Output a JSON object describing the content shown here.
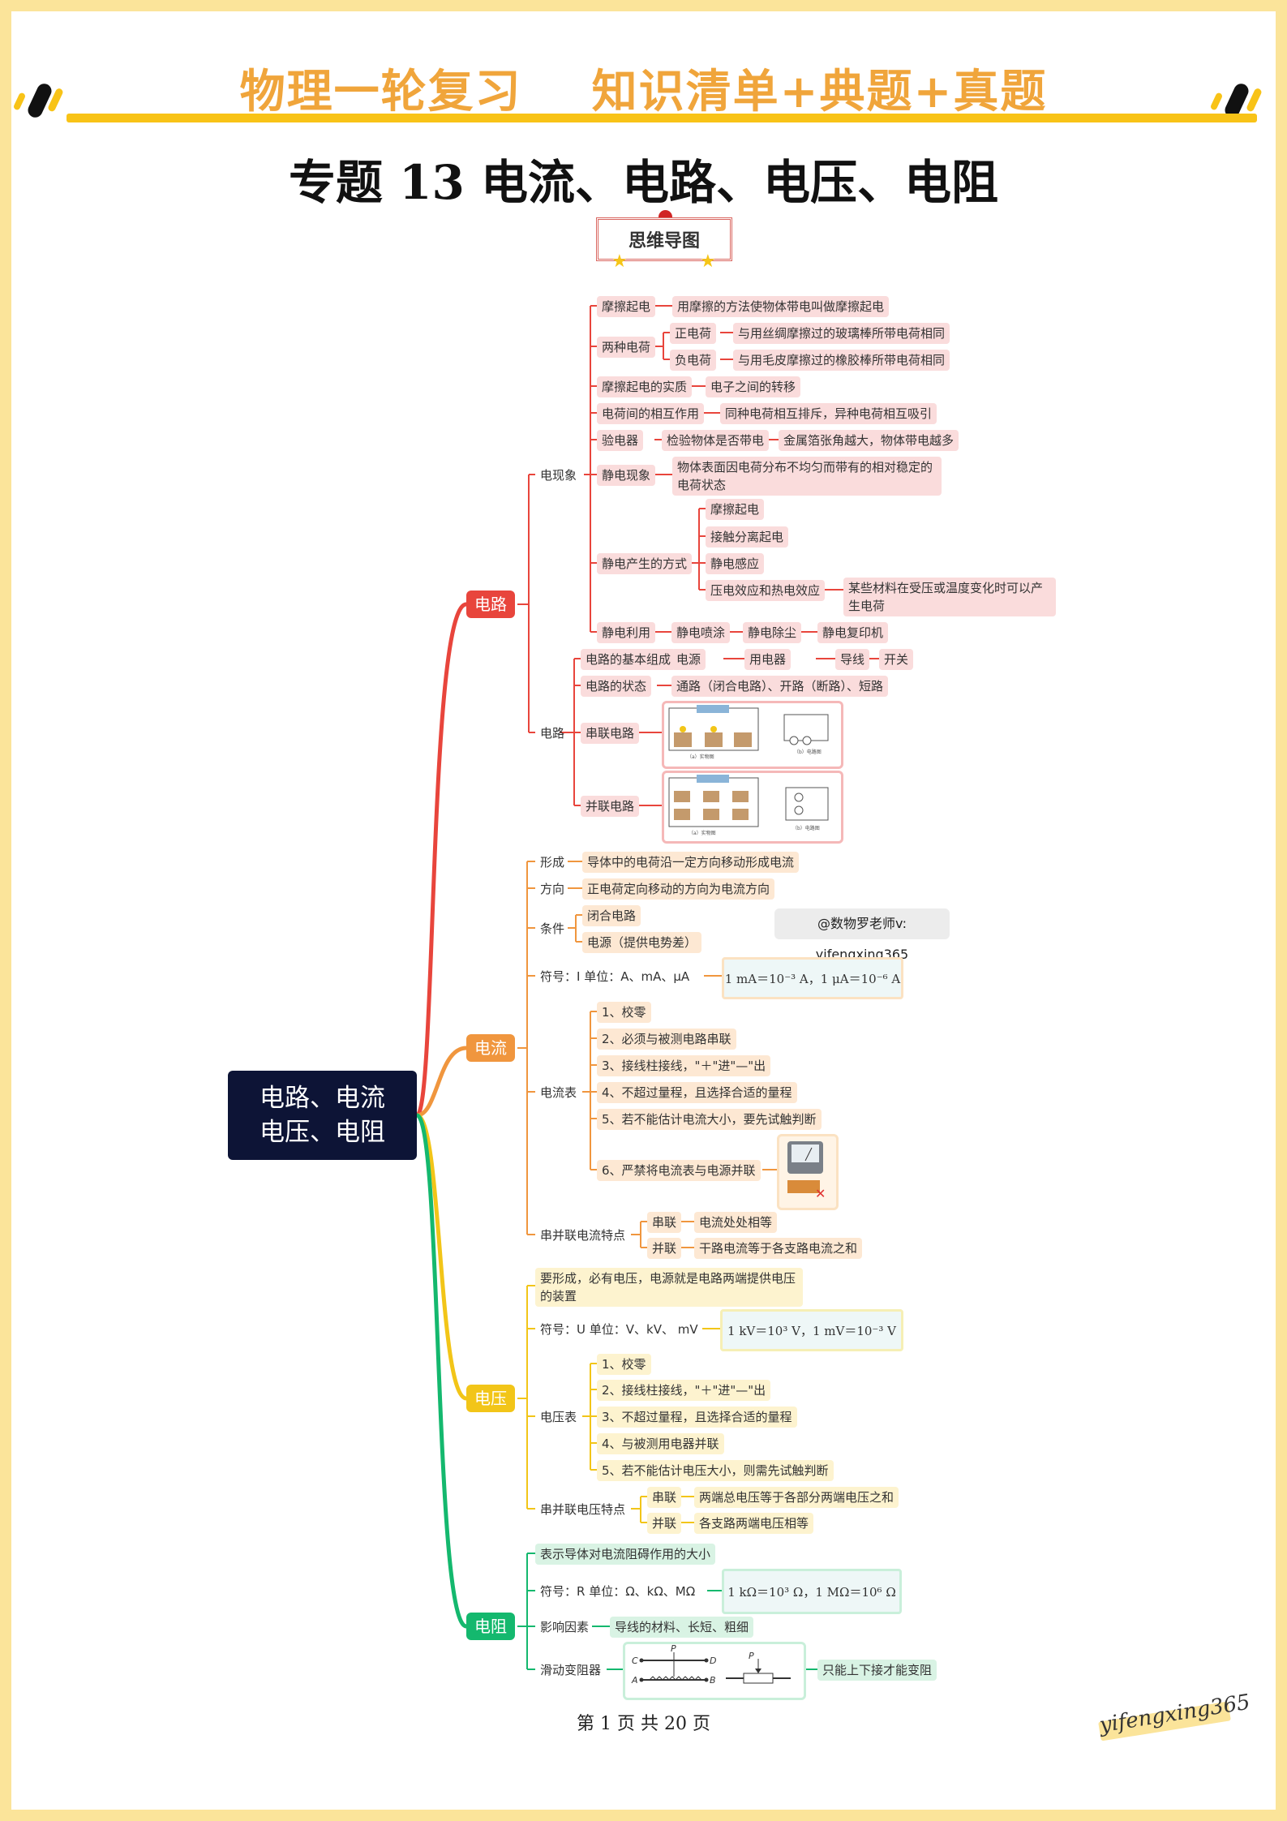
{
  "header": {
    "title": "物理一轮复习    知识清单+典题+真题",
    "subject_title": "专题 13  电流、电路、电压、电阻",
    "badge": "思维导图"
  },
  "colors": {
    "circuit": "#E8453C",
    "current": "#F0963E",
    "voltage": "#F2C518",
    "resistance": "#14B86E",
    "root": "#0D1436",
    "gold": "#F8C317",
    "frame": "#FBE49A"
  },
  "root": {
    "line1": "电路、电流",
    "line2": "电压、电阻"
  },
  "circuit": {
    "label": "电路",
    "phenomena": {
      "label": "电现象",
      "friction": {
        "label": "摩擦起电",
        "desc": "用摩擦的方法使物体带电叫做摩擦起电"
      },
      "two_charges": {
        "label": "两种电荷",
        "pos": "正电荷",
        "pos_desc": "与用丝绸摩擦过的玻璃棒所带电荷相同",
        "neg": "负电荷",
        "neg_desc": "与用毛皮摩擦过的橡胶棒所带电荷相同"
      },
      "essence": {
        "label": "摩擦起电的实质",
        "desc": "电子之间的转移"
      },
      "interaction": {
        "label": "电荷间的相互作用",
        "desc": "同种电荷相互排斥，异种电荷相互吸引"
      },
      "electroscope": {
        "label": "验电器",
        "d1": "检验物体是否带电",
        "d2": "金属箔张角越大，物体带电越多"
      },
      "static": {
        "label": "静电现象",
        "desc": "物体表面因电荷分布不均匀而带有的相对稳定的电荷状态"
      },
      "static_ways": {
        "label": "静电产生的方式",
        "w1": "摩擦起电",
        "w2": "接触分离起电",
        "w3": "静电感应",
        "w4": "压电效应和热电效应",
        "w4_desc": "某些材料在受压或温度变化时可以产生电荷"
      },
      "static_use": {
        "label": "静电利用",
        "u1": "静电喷涂",
        "u2": "静电除尘",
        "u3": "静电复印机"
      }
    },
    "circuit_node": {
      "label": "电路",
      "composition": {
        "label": "电路的基本组成",
        "c1": "电源",
        "c2": "用电器",
        "c3": "导线",
        "c4": "开关"
      },
      "state": {
        "label": "电路的状态",
        "desc": "通路（闭合电路）、开路（断路）、短路"
      },
      "series": {
        "label": "串联电路",
        "img_caption1": "（a）实物图",
        "img_caption2": "（b）电路图"
      },
      "parallel": {
        "label": "并联电路",
        "img_caption1": "（a）实物图",
        "img_caption2": "（b）电路图"
      }
    }
  },
  "current": {
    "label": "电流",
    "formation": {
      "label": "形成",
      "desc": "导体中的电荷沿一定方向移动形成电流"
    },
    "direction": {
      "label": "方向",
      "desc": "正电荷定向移动的方向为电流方向"
    },
    "condition": {
      "label": "条件",
      "c1": "闭合电路",
      "c2": "电源（提供电势差）"
    },
    "symbol": {
      "label": "符号：I    单位：A、mA、μA",
      "formula": "1 mA＝10⁻³ A，1 μA＝10⁻⁶ A"
    },
    "ammeter": {
      "label": "电流表",
      "items": [
        "1、校零",
        "2、必须与被测电路串联",
        "3、接线柱接线，\"＋\"进\"—\"出",
        "4、不超过量程，且选择合适的量程",
        "5、若不能估计电流大小，要先试触判断",
        "6、严禁将电流表与电源并联"
      ]
    },
    "features": {
      "label": "串并联电流特点",
      "series": "串联",
      "series_desc": "电流处处相等",
      "parallel": "并联",
      "parallel_desc": "干路电流等于各支路电流之和"
    }
  },
  "watermark": "@数物罗老师v: yifengxing365",
  "voltage": {
    "label": "电压",
    "def": "要形成，必有电压，电源就是电路两端提供电压的装置",
    "symbol": {
      "label": "符号：U    单位：V、kV、 mV",
      "formula": "1 kV＝10³ V，1 mV＝10⁻³ V"
    },
    "voltmeter": {
      "label": "电压表",
      "items": [
        "1、校零",
        "2、接线柱接线，\"＋\"进\"—\"出",
        "3、不超过量程，且选择合适的量程",
        "4、与被测用电器并联",
        "5、若不能估计电压大小，则需先试触判断"
      ]
    },
    "features": {
      "label": "串并联电压特点",
      "series": "串联",
      "series_desc": "两端总电压等于各部分两端电压之和",
      "parallel": "并联",
      "parallel_desc": "各支路两端电压相等"
    }
  },
  "resistance": {
    "label": "电阻",
    "def": "表示导体对电流阻碍作用的大小",
    "symbol": {
      "label": "符号：R    单位：Ω、kΩ、MΩ",
      "formula": "1 kΩ＝10³ Ω，1 MΩ＝10⁶ Ω"
    },
    "factors": {
      "label": "影响因素",
      "desc": "导线的材料、长短、粗细"
    },
    "rheostat": {
      "label": "滑动变阻器",
      "desc": "只能上下接才能变阻",
      "letters": [
        "C",
        "P",
        "D",
        "A",
        "B",
        "P"
      ]
    }
  },
  "footer": {
    "page": "第  1  页  共  20  页",
    "signature": "yifengxing365"
  }
}
